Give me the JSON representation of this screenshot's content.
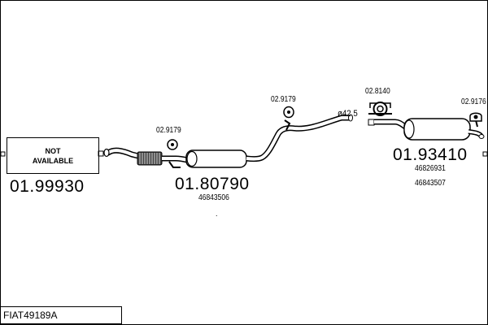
{
  "diagram": {
    "code": "FIAT49189A",
    "not_available": [
      "NOT",
      "AVAILABLE"
    ],
    "parts": {
      "front_pipe": {
        "number": "01.99930"
      },
      "middle_silencer": {
        "number": "01.80790",
        "oe": "46843506"
      },
      "rear_silencer": {
        "number": "01.93410",
        "oe": [
          "46826931",
          "46843507"
        ]
      }
    },
    "fittings": {
      "rubber_front": "02.9179",
      "rubber_mid": "02.9179",
      "clamp": "02.8140",
      "rubber_rear": "02.9176",
      "diameter": "ø42.5"
    },
    "dot": "."
  }
}
